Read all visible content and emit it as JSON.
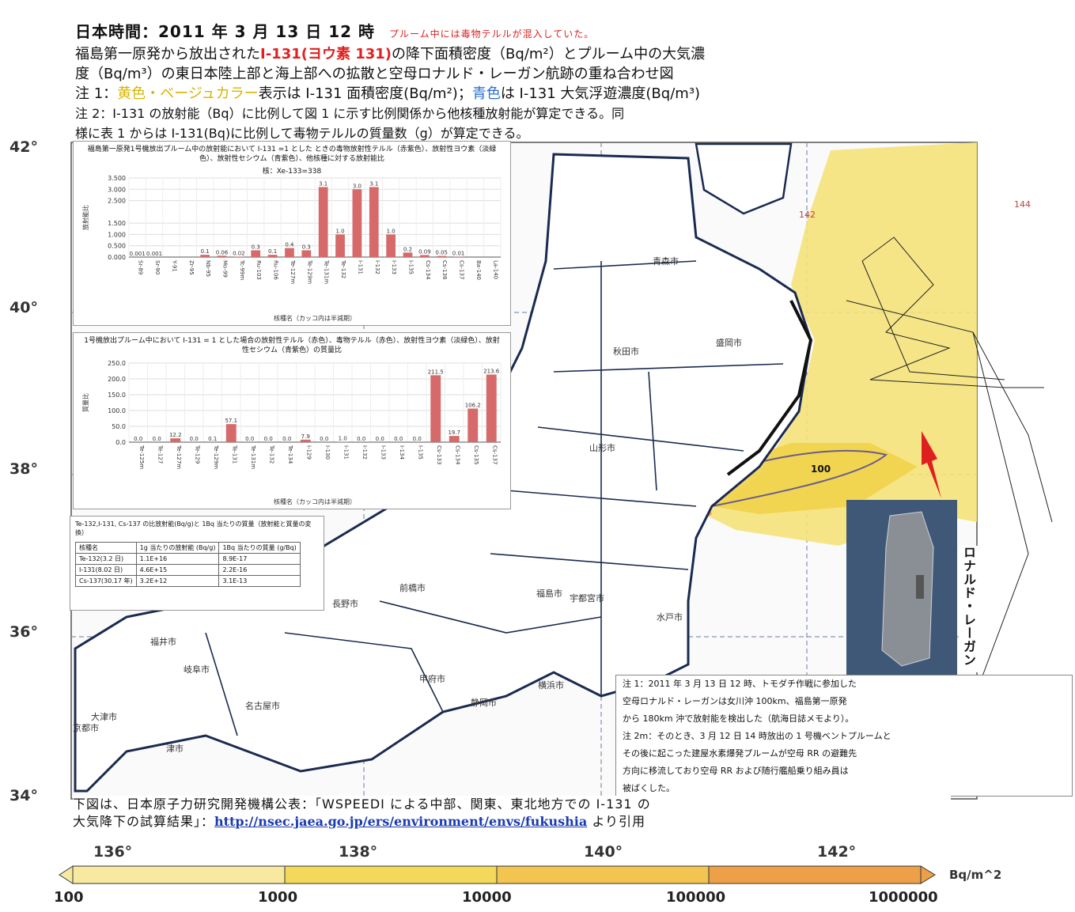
{
  "header": {
    "line1_main": "日本時間：2011 年 3 月 13 日 12 時",
    "line1_note": "プルーム中には毒物テルルが混入していた。",
    "line2_a": "福島第一原発から放出された",
    "line2_red": "I-131(ヨウ素 131)",
    "line2_b": "の降下面積密度（Bq/m²）とプルーム中の大気濃",
    "line3": "度（Bq/m³）の東日本陸上部と海上部への拡散と空母ロナルド・レーガン航跡の重ね合わせ図",
    "note1_a": "注 1：",
    "note1_yellow": "黄色・ベージュカラー",
    "note1_b": "表示は I-131 面積密度(Bq/m²)；",
    "note1_blue": "青色",
    "note1_c": "は I-131 大気浮遊濃度(Bq/m³)",
    "note2_a": "注 2：I-131 の放射能（Bq）に比例して図 1 に示す比例関係から他核種放射能が算定できる。同",
    "note2_b": "様に表 1 からは I-131(Bq)に比例して毒物テルルの質量数（g）が算定できる。"
  },
  "map": {
    "lat_labels": [
      "42°",
      "40°",
      "38°",
      "36°",
      "34°"
    ],
    "lon_labels": [
      "136°",
      "138°",
      "140°",
      "142°"
    ],
    "grid_lon_labels": [
      "142",
      "144"
    ],
    "plume_contour_label": "100",
    "cities": [
      "青森市",
      "盛岡市",
      "秋田市",
      "山形市",
      "福島市",
      "宇都宮市",
      "水戸市",
      "前橋市",
      "長野市",
      "福井市",
      "岐阜市",
      "名古屋市",
      "甲府市",
      "横浜市",
      "静岡市",
      "大津市",
      "京都市",
      "津市"
    ]
  },
  "chart_data": [
    {
      "type": "bar",
      "title": "福島第一原発1号機放出プルーム中の放射能において I-131 =1 とした ときの毒物放射性テルル（赤紫色）、放射性ヨウ素（淡緑色）、放射性セシウム（青紫色）、他核種に対する放射能比",
      "subtitle": "核：Xe-133=338",
      "xlabel": "核種名（カッコ内は半減期）",
      "ylabel": "放射能比",
      "ylim": [
        0,
        3.5
      ],
      "y_ticks": [
        "3.500",
        "3.000",
        "2.500",
        "1.500",
        "1.000",
        "0.500",
        "0.000"
      ],
      "categories": [
        "Sr-89",
        "Sr-90",
        "Y-91",
        "Zr-95",
        "Nb-95",
        "Mo-99",
        "Tc-99m",
        "Ru-103",
        "Ru-106",
        "Te-127m",
        "Te-129m",
        "Te-131m",
        "Te-132",
        "I-131",
        "I-132",
        "I-133",
        "I-135",
        "Cs-134",
        "Cs-136",
        "Cs-137",
        "Ba-140",
        "La-140"
      ],
      "values": [
        0.001,
        0.001,
        0,
        0,
        0.1,
        0.06,
        0.02,
        0.3,
        0.1,
        0.4,
        0.3,
        3.1,
        1.0,
        3.0,
        3.1,
        1.0,
        0.2,
        0.09,
        0.05,
        0.01,
        0,
        0
      ],
      "data_labels": [
        "0.001",
        "0.001",
        "",
        "",
        "0.1",
        "0.06",
        "0.02",
        "0.3",
        "0.1",
        "0.4",
        "0.3",
        "3.1",
        "1.0",
        "3.0",
        "3.1",
        "1.0",
        "0.2",
        "0.09",
        "0.05",
        "0.01",
        "",
        ""
      ]
    },
    {
      "type": "bar",
      "title": "1号機放出プルーム中において I-131 = 1 とした場合の放射性テルル（赤色）、毒物テルル（赤色）、放射性ヨウ素（淡緑色）、放射性セシウム（青紫色）の質量比",
      "xlabel": "核種名（カッコ内は半減期）",
      "ylabel": "質量比",
      "ylim": [
        0,
        250
      ],
      "y_ticks": [
        "250.0",
        "200.0",
        "150.0",
        "100.0",
        "50.0",
        "0.0"
      ],
      "categories": [
        "Te-125m",
        "Te-127",
        "Te-127m",
        "Te-129",
        "Te-129m",
        "Te-131",
        "Te-131m",
        "Te-132",
        "Te-134",
        "I-129",
        "I-130",
        "I-131",
        "I-132",
        "I-133",
        "I-134",
        "I-135",
        "Cs-133",
        "Cs-134",
        "Cs-135",
        "Cs-137"
      ],
      "values": [
        0.0,
        0.0,
        12.2,
        0.0,
        0.1,
        57.1,
        0.0,
        0.0,
        0.0,
        7.9,
        0.0,
        1.0,
        0.0,
        0.0,
        0.0,
        0.0,
        211.5,
        19.7,
        106.2,
        213.6
      ],
      "data_labels": [
        "0.0",
        "0.0",
        "12.2",
        "0.0",
        "0.1",
        "57.1",
        "0.0",
        "0.0",
        "0.0",
        "7.9",
        "0.0",
        "1.0",
        "0.0",
        "0.0",
        "0.0",
        "0.0",
        "211.5",
        "19.7",
        "106.2",
        "213.6"
      ]
    },
    {
      "type": "table",
      "title": "Te-132,I-131, Cs-137 の比放射能(Bq/g)と 1Bq 当たりの質量（放射能と質量の変換）",
      "columns": [
        "核種名",
        "1g 当たりの放射能 (Bq/g)",
        "1Bq 当たりの質量 (g/Bq)"
      ],
      "rows": [
        [
          "Te-132(3.2 日)",
          "1.1E+16",
          "8.9E-17"
        ],
        [
          "I-131(8.02 日)",
          "4.6E+15",
          "2.2E-16"
        ],
        [
          "Cs-137(30.17 年)",
          "3.2E+12",
          "3.1E-13"
        ]
      ]
    },
    {
      "type": "heatmap",
      "title": "",
      "legend_values": [
        "100",
        "1000",
        "10000",
        "100000",
        "1000000"
      ],
      "legend_unit": "Bq/m^2",
      "legend_colors": [
        "#f7eaa0",
        "#f4d85a",
        "#f2c450",
        "#eda048"
      ]
    }
  ],
  "note_box": {
    "n1": "注 1：2011 年 3 月 13 日 12 時、トモダチ作戦に参加した",
    "n2": "空母ロナルド・レーガンは女川沖 100km、福島第一原発",
    "n3": "から 180km 沖で放射能を検出した（航海日誌メモより）。",
    "n4": "注 2m：そのとき、3 月 12 日 14 時放出の 1 号機ベントプルームと",
    "n5": "その後に起こった建屋水素爆発プルームが空母 RR の避難先",
    "n6": "方向に移流しており空母 RR および随行艦船乗り組み員は",
    "n7": "被ばくした。"
  },
  "ship_label": "ロナルド・レーガン",
  "source": {
    "line1": "下図は、日本原子力研究開発機構公表：「WSPEEDI による中部、関東、東北地方での I-131 の",
    "line2": "大気降下の試算結果」：",
    "url": "http://nsec.jaea.go.jp/ers/environment/envs/fukushia",
    "suffix": "より引用"
  },
  "colors": {
    "accent_red": "#e02020",
    "bar_red": "#d66a6a",
    "plume_yellow": "#f4e27a",
    "plume_orange": "#eba14a",
    "map_line": "#1a2a50"
  }
}
